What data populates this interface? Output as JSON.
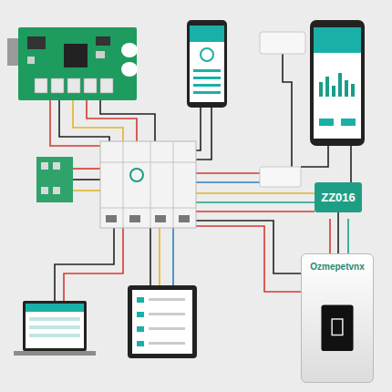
{
  "diagram": {
    "nodes": [
      {
        "text": [
          "ZZ016"
        ]
      },
      {
        "text": [
          "Ozmepetvnx"
        ]
      }
    ],
    "edges": [
      {
        "from": 0,
        "to": 1,
        "arrow": "none"
      }
    ]
  }
}
